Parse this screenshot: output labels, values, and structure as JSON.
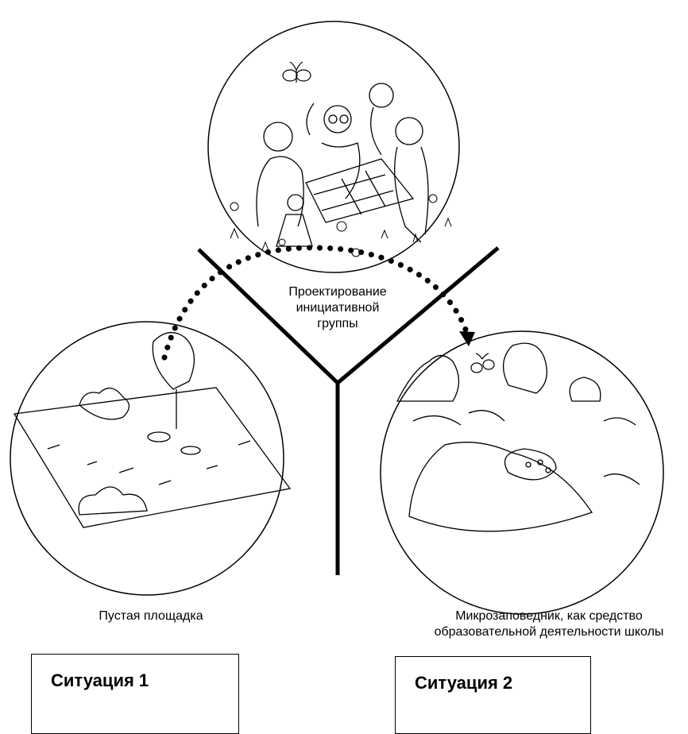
{
  "diagram": {
    "center_label": [
      "Проектирование",
      "инициативной",
      "группы"
    ],
    "left_caption": "Пустая площадка",
    "right_caption": [
      "Микрозаповедник, как средство",
      "образовательной деятельности школы"
    ],
    "situation_1": "Ситуация 1",
    "situation_2": "Ситуация 2",
    "illustrations": {
      "top": "initiative-group-planning-sketch",
      "left": "empty-plot-sketch",
      "right": "micro-reserve-sketch"
    }
  }
}
